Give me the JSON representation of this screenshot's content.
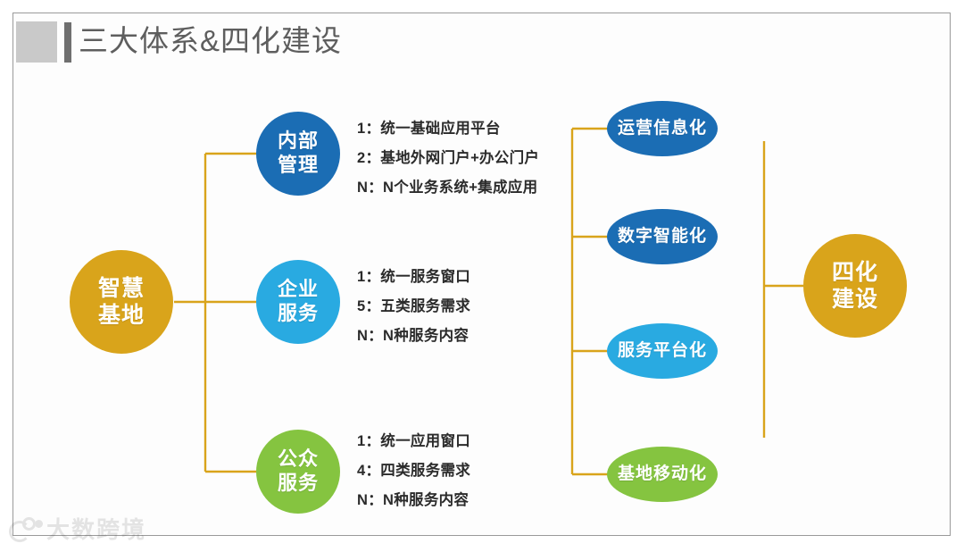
{
  "slide": {
    "title": "三大体系&四化建设",
    "background_color": "#ffffff",
    "frame_color": "#9a9a9a",
    "title_color": "#5e5e5e",
    "title_swatch_color": "#c9c9c9",
    "title_bar_color": "#6f6f6f"
  },
  "colors": {
    "gold": "#D9A41B",
    "dark_blue": "#1B6DB4",
    "light_blue": "#29AAE1",
    "green": "#85C440",
    "connector": "#D9A41B"
  },
  "root": {
    "label_line1": "智慧",
    "label_line2": "基地",
    "color": "#D9A41B"
  },
  "systems": [
    {
      "label_line1": "内部",
      "label_line2": "管理",
      "color": "#1B6DB4",
      "details": [
        "1：统一基础应用平台",
        "2：基地外网门户+办公门户",
        "N：N个业务系统+集成应用"
      ]
    },
    {
      "label_line1": "企业",
      "label_line2": "服务",
      "color": "#29AAE1",
      "details": [
        "1：统一服务窗口",
        "5：五类服务需求",
        "N：N种服务内容"
      ]
    },
    {
      "label_line1": "公众",
      "label_line2": "服务",
      "color": "#85C440",
      "details": [
        "1：统一应用窗口",
        "4：四类服务需求",
        "N：N种服务内容"
      ]
    }
  ],
  "modernizations": [
    {
      "label": "运营信息化",
      "color": "#1B6DB4"
    },
    {
      "label": "数字智能化",
      "color": "#1B6DB4"
    },
    {
      "label": "服务平台化",
      "color": "#29AAE1"
    },
    {
      "label": "基地移动化",
      "color": "#85C440"
    }
  ],
  "outcome": {
    "label_line1": "四化",
    "label_line2": "建设",
    "color": "#D9A41B"
  },
  "watermark": {
    "text": "大数跨境",
    "icon": "circles-logo-icon"
  }
}
